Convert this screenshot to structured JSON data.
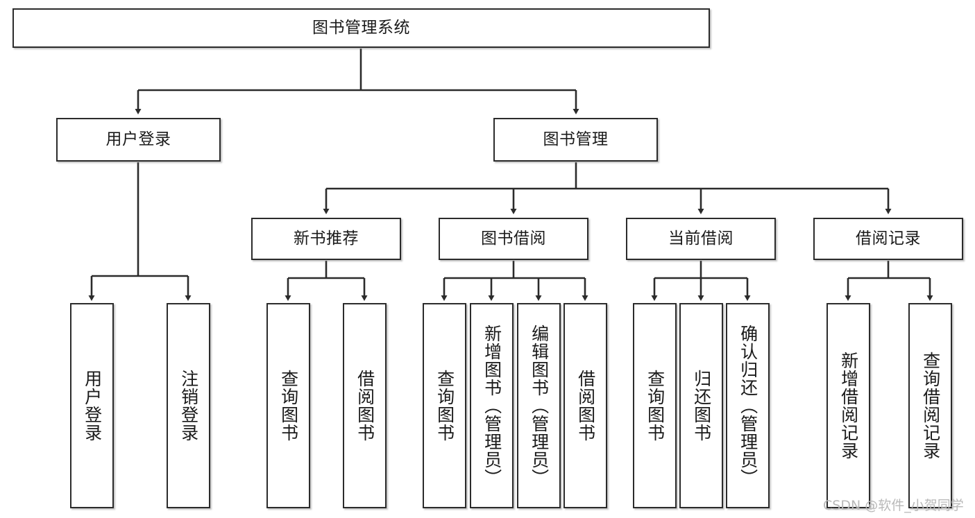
{
  "diagram": {
    "type": "tree",
    "title": "图书管理系统",
    "watermark": "CSDN @软件_小贺同学",
    "colors": {
      "box_border": "#2b2b2b",
      "box_fill": "#ffffff",
      "edge": "#2b2b2b",
      "text": "#1a1a1a",
      "watermark": "#b9b9b9"
    },
    "nodes": {
      "root": {
        "label": "图书管理系统"
      },
      "level2": [
        {
          "label": "用户登录"
        },
        {
          "label": "图书管理"
        }
      ],
      "level3": [
        {
          "label": "新书推荐"
        },
        {
          "label": "图书借阅"
        },
        {
          "label": "当前借阅"
        },
        {
          "label": "借阅记录"
        }
      ],
      "leaves": {
        "user_login": [
          {
            "label": "用户登录"
          },
          {
            "label": "注销登录"
          }
        ],
        "new_book": [
          {
            "label": "查询图书"
          },
          {
            "label": "借阅图书"
          }
        ],
        "book_borrow": [
          {
            "label": "查询图书"
          },
          {
            "label": "新增图书（管理员）"
          },
          {
            "label": "编辑图书（管理员）"
          },
          {
            "label": "借阅图书"
          }
        ],
        "current_borrow": [
          {
            "label": "查询图书"
          },
          {
            "label": "归还图书"
          },
          {
            "label": "确认归还（管理员）"
          }
        ],
        "borrow_record": [
          {
            "label": "新增借阅记录"
          },
          {
            "label": "查询借阅记录"
          }
        ]
      }
    }
  }
}
